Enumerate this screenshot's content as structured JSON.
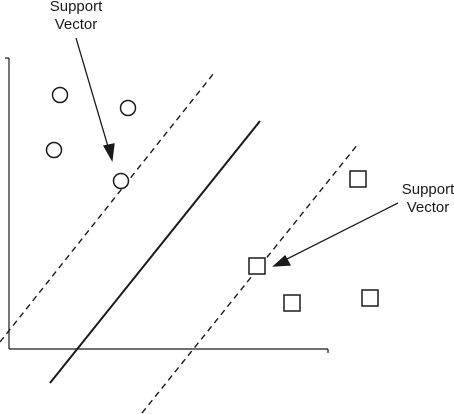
{
  "labels": {
    "top": {
      "line1": "Support",
      "line2": "Vector"
    },
    "right": {
      "line1": "Support",
      "line2": "Vector"
    }
  },
  "colors": {
    "ink": "#1a1a1a",
    "background": "#ffffff"
  },
  "shapes": {
    "circle_class": "circle",
    "square_class": "square"
  }
}
